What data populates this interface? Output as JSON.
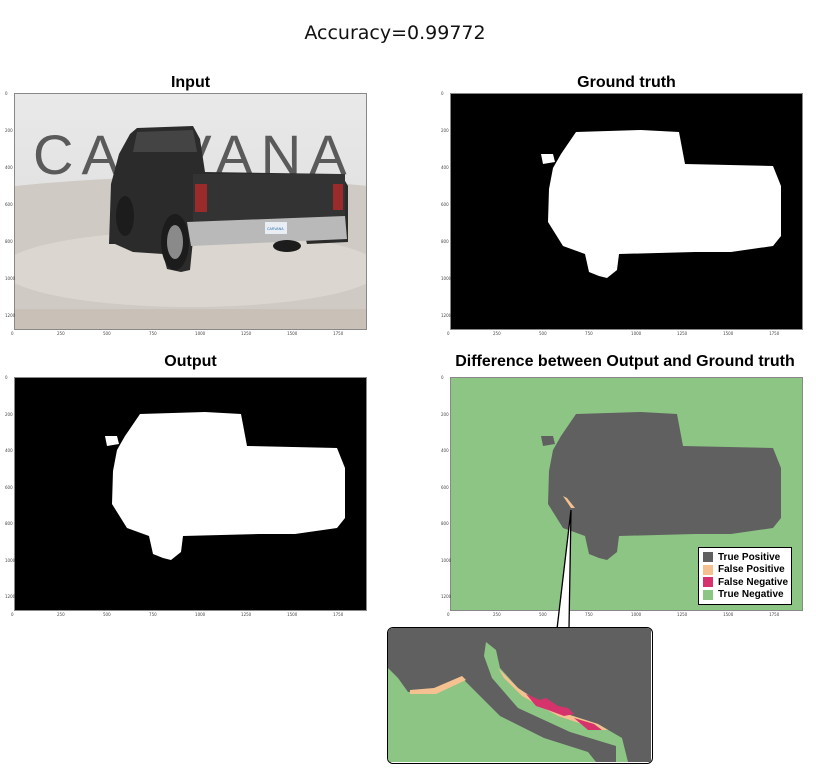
{
  "suptitle": "Accuracy=0.99772",
  "panels": {
    "input": {
      "title": "Input"
    },
    "ground_truth": {
      "title": "Ground truth"
    },
    "output": {
      "title": "Output"
    },
    "difference": {
      "title": "Difference between Output and Ground truth"
    }
  },
  "legend": [
    {
      "label": "True Positive",
      "color": "#606060"
    },
    {
      "label": "False Positive",
      "color": "#f5c190"
    },
    {
      "label": "False Negative",
      "color": "#d6336c"
    },
    {
      "label": "True Negative",
      "color": "#8dc585"
    }
  ],
  "colors": {
    "background_mask": "#000000",
    "foreground_mask": "#ffffff",
    "true_positive": "#606060",
    "true_negative": "#8dc585"
  },
  "chart_data": {
    "type": "heatmap",
    "metric": {
      "name": "Accuracy",
      "value": 0.99772
    },
    "x_ticks": [
      "0",
      "250",
      "500",
      "750",
      "1000",
      "1250",
      "1500",
      "1750"
    ],
    "y_ticks": [
      "0",
      "200",
      "400",
      "600",
      "800",
      "1000",
      "1200"
    ],
    "xlim": [
      0,
      1918
    ],
    "ylim": [
      1280,
      0
    ]
  },
  "input_photo": {
    "watermark": "CARVANA",
    "plate_text": "CARVANA"
  }
}
